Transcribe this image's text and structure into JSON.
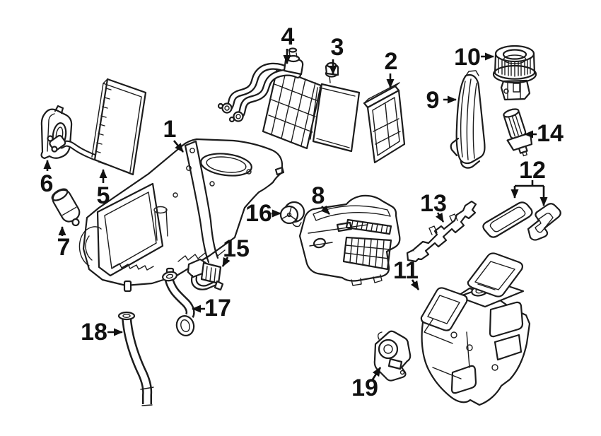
{
  "colors": {
    "background": "#ffffff",
    "line": "#1c1c1c",
    "label": "#111111"
  },
  "callouts": [
    {
      "label": "1"
    },
    {
      "label": "2"
    },
    {
      "label": "3"
    },
    {
      "label": "4"
    },
    {
      "label": "5"
    },
    {
      "label": "6"
    },
    {
      "label": "7"
    },
    {
      "label": "8"
    },
    {
      "label": "9"
    },
    {
      "label": "10"
    },
    {
      "label": "11"
    },
    {
      "label": "12"
    },
    {
      "label": "13"
    },
    {
      "label": "14"
    },
    {
      "label": "15"
    },
    {
      "label": "16"
    },
    {
      "label": "17"
    },
    {
      "label": "18"
    },
    {
      "label": "19"
    }
  ]
}
